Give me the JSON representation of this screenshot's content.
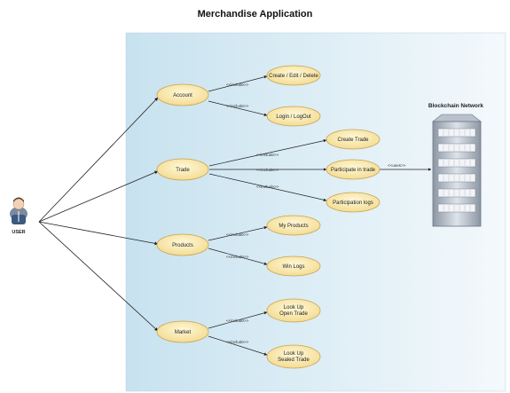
{
  "title": "Merchandise Application",
  "actor": {
    "label": "USER"
  },
  "system": {
    "label": "Blockchain Network"
  },
  "use_cases": [
    {
      "id": "account",
      "label": "Account"
    },
    {
      "id": "create-edit",
      "label": "Create / Edit / Delete"
    },
    {
      "id": "login",
      "label": "Login / LogOut"
    },
    {
      "id": "trade",
      "label": "Trade"
    },
    {
      "id": "create-trade",
      "label": "Create Trade"
    },
    {
      "id": "participate",
      "label": "Participate in trade"
    },
    {
      "id": "participation-logs",
      "label": "Participation logs"
    },
    {
      "id": "products",
      "label": "Products"
    },
    {
      "id": "my-products",
      "label": "My Products"
    },
    {
      "id": "win-logs",
      "label": "Win Logs"
    },
    {
      "id": "market",
      "label": "Market"
    },
    {
      "id": "lookup-open",
      "label": "Look Up\nOpen Trade"
    },
    {
      "id": "lookup-sealed",
      "label": "Look Up\nSealed Trade"
    }
  ],
  "relations": {
    "include_label": "<<include>>",
    "uses_label": "<<uses>>"
  },
  "colors": {
    "usecase_fill": "#f8e6a6",
    "usecase_stroke": "#c9a24c",
    "background_left": "#c7e2ef",
    "background_right": "#f4f9fc"
  }
}
